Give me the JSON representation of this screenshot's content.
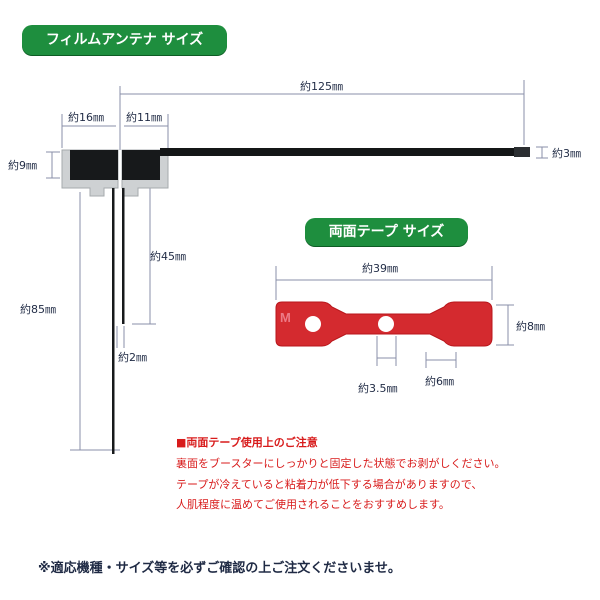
{
  "badges": {
    "antenna": "フィルムアンテナ サイズ",
    "tape": "両面テープ サイズ"
  },
  "antenna_dims": {
    "length_total": "約125㎜",
    "element_left": "約16㎜",
    "element_right": "約11㎜",
    "height": "約9㎜",
    "wire_thickness": "約3㎜",
    "lead_45": "約45㎜",
    "lead_85": "約85㎜",
    "lead_gap": "約2㎜"
  },
  "tape_dims": {
    "width": "約39㎜",
    "height": "約8㎜",
    "hole": "約3.5㎜",
    "tab": "約6㎜"
  },
  "notes": {
    "title": "■両面テープ使用上のご注意",
    "line1": "裏面をブースターにしっかりと固定した状態でお剥がしください。",
    "line2": "テープが冷えていると粘着力が低下する場合がありますので、",
    "line3": "人肌程度に温めてご使用されることをおすすめします。"
  },
  "footer": "※適応機種・サイズ等を必ずご確認の上ご注文くださいませ。",
  "colors": {
    "badge_green": "#1e8e3e",
    "tape_red": "#d42a2f",
    "note_red": "#d81b1b",
    "dim_line": "#8a8fa8"
  }
}
